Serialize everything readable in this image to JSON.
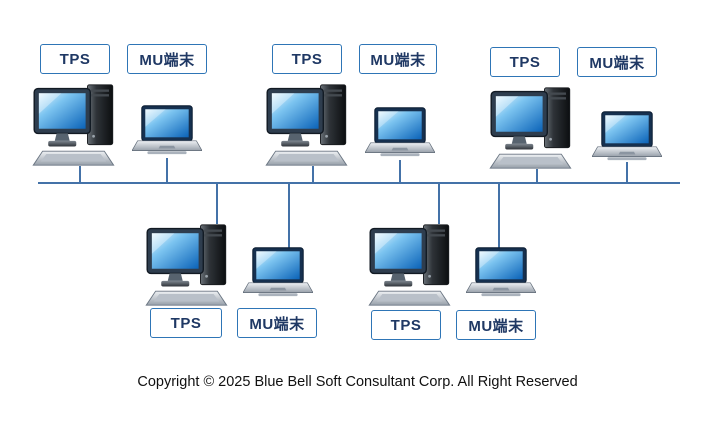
{
  "diagram": {
    "groups": [
      {
        "tps": "TPS",
        "mu": "MU端末"
      },
      {
        "tps": "TPS",
        "mu": "MU端末"
      },
      {
        "tps": "TPS",
        "mu": "MU端末"
      },
      {
        "tps": "TPS",
        "mu": "MU端末"
      },
      {
        "tps": "TPS",
        "mu": "MU端末"
      }
    ],
    "icons": {
      "desktop": "desktop-computer-icon",
      "laptop": "laptop-icon"
    },
    "colors": {
      "line": "#4472A8",
      "box_border": "#2E75B6",
      "label_text": "#1F3864",
      "screen_blue": "#0B63B8"
    },
    "copyright": "Copyright © 2025 Blue Bell Soft Consultant Corp. All Right Reserved"
  }
}
